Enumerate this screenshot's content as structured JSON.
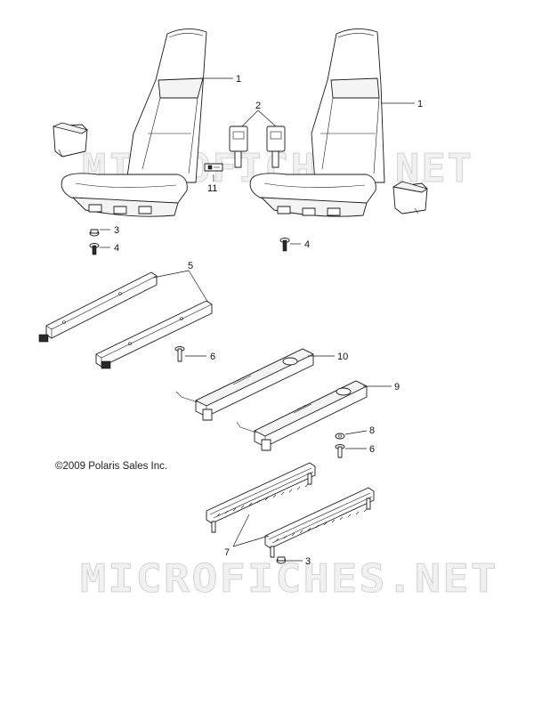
{
  "watermarks": [
    "MICROFICHES.NET",
    "MICROFICHES.NET"
  ],
  "copyright": "©2009 Polaris Sales Inc.",
  "callouts": {
    "seat_left": "1",
    "seat_right": "1",
    "seat_belt_buckle": "2",
    "nut_upper": "3",
    "bolt_upper_left": "4",
    "bolt_upper_right": "4",
    "mount_rails": "5",
    "rail_bolt": "6",
    "slider_bolt": "6",
    "lock_rails": "7",
    "washer": "8",
    "slider_right": "9",
    "slider_left": "10",
    "label": "11",
    "nut_lower": "3"
  }
}
